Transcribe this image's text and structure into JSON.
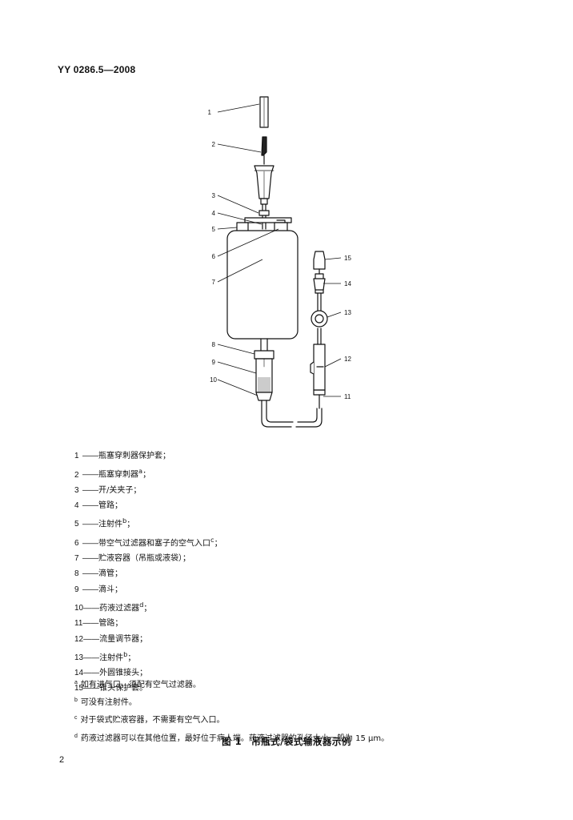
{
  "header": {
    "standard_number": "YY 0286.5—2008"
  },
  "figure": {
    "callouts": [
      "1",
      "2",
      "3",
      "4",
      "5",
      "6",
      "7",
      "8",
      "9",
      "10",
      "11",
      "12",
      "13",
      "14",
      "15"
    ]
  },
  "legend": [
    {
      "num": "1",
      "sep": "——",
      "text": "瓶塞穿刺器保护套；"
    },
    {
      "num": "2",
      "sep": "——",
      "text": "瓶塞穿刺器",
      "sup": "a",
      "tail": "；"
    },
    {
      "num": "3",
      "sep": "——",
      "text": "开/关夹子；"
    },
    {
      "num": "4",
      "sep": "——",
      "text": "管路；"
    },
    {
      "num": "5",
      "sep": "——",
      "text": "注射件",
      "sup": "b",
      "tail": "；"
    },
    {
      "num": "6",
      "sep": "——",
      "text": "带空气过滤器和塞子的空气入口",
      "sup": "c",
      "tail": "；"
    },
    {
      "num": "7",
      "sep": "——",
      "text": "贮液容器（吊瓶或液袋）；"
    },
    {
      "num": "8",
      "sep": "——",
      "text": "滴管；"
    },
    {
      "num": "9",
      "sep": "——",
      "text": "滴斗；"
    },
    {
      "num": "10",
      "sep": "——",
      "text": "药液过滤器",
      "sup": "d",
      "tail": "；"
    },
    {
      "num": "11",
      "sep": "——",
      "text": "管路；"
    },
    {
      "num": "12",
      "sep": "——",
      "text": "流量调节器；"
    },
    {
      "num": "13",
      "sep": "——",
      "text": "注射件",
      "sup": "b",
      "tail": "；"
    },
    {
      "num": "14",
      "sep": "——",
      "text": "外圆锥接头；"
    },
    {
      "num": "15",
      "sep": "——",
      "text": "锥头保护套。"
    }
  ],
  "notes": [
    {
      "mark": "a",
      "text": "如有进气口，须配有空气过滤器。"
    },
    {
      "mark": "b",
      "text": "可没有注射件。"
    },
    {
      "mark": "c",
      "text": "对于袋式贮液容器，不需要有空气入口。"
    },
    {
      "mark": "d",
      "text": "药液过滤器可以在其他位置，最好位于病人端。药液过滤器的孔径大小一般为 15 μm。"
    }
  ],
  "caption": "图 1　吊瓶式/袋式输液器示例",
  "page_number": "2"
}
